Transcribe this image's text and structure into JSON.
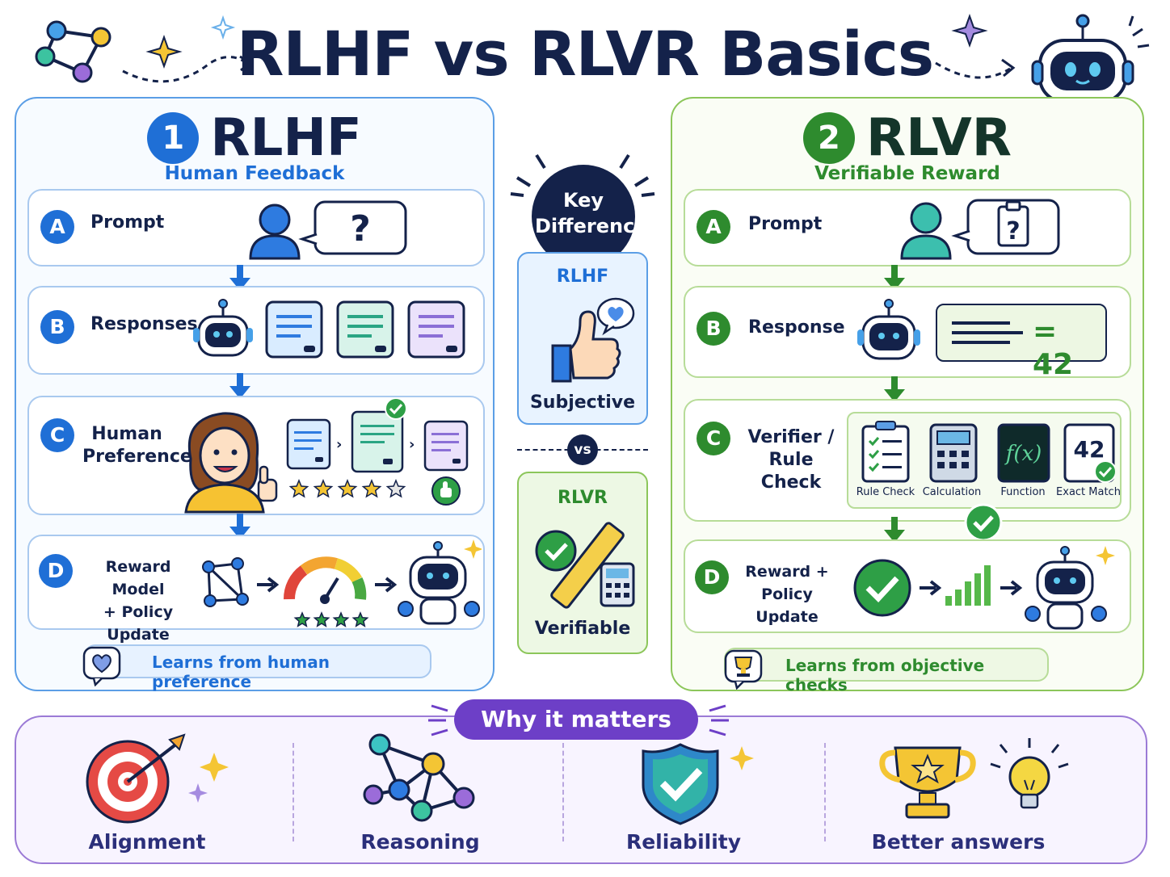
{
  "title": "RLHF vs RLVR Basics",
  "colors": {
    "rlhf": "#1f6fd6",
    "rlvr": "#2e8b2e",
    "why": "#6d3fc7",
    "navy": "#14224a"
  },
  "rlhf": {
    "number": "1",
    "name": "RLHF",
    "subtitle": "Human Feedback",
    "steps": [
      {
        "letter": "A",
        "label": "Prompt"
      },
      {
        "letter": "B",
        "label": "Responses"
      },
      {
        "letter": "C",
        "label_line1": "Human",
        "label_line2": "Preference"
      },
      {
        "letter": "D",
        "label_line1": "Reward Model",
        "label_line2": "+ Policy Update"
      }
    ],
    "prompt_symbol": "?",
    "rating_stars": 4,
    "rating_max": 5,
    "gauge_stars": 4,
    "footer": "Learns from human preference"
  },
  "center": {
    "heading_line1": "Key",
    "heading_line2": "Difference",
    "top_name": "RLHF",
    "top_caption": "Subjective",
    "vs": "vs",
    "bottom_name": "RLVR",
    "bottom_caption": "Verifiable"
  },
  "rlvr": {
    "number": "2",
    "name": "RLVR",
    "subtitle": "Verifiable Reward",
    "steps": [
      {
        "letter": "A",
        "label": "Prompt"
      },
      {
        "letter": "B",
        "label": "Response"
      },
      {
        "letter": "C",
        "label_line1": "Verifier /",
        "label_line2": "Rule Check"
      },
      {
        "letter": "D",
        "label_line1": "Reward +",
        "label_line2": "Policy Update"
      }
    ],
    "prompt_symbol": "?",
    "response_value": "= 42",
    "verifiers": [
      {
        "label": "Rule Check",
        "icon": "checklist-icon"
      },
      {
        "label": "Calculation",
        "icon": "calculator-icon"
      },
      {
        "label": "Function",
        "icon": "function-icon",
        "symbol": "f(x)"
      },
      {
        "label": "Exact Match",
        "icon": "exact-match-icon",
        "symbol": "42"
      }
    ],
    "footer": "Learns from objective checks"
  },
  "why": {
    "title": "Why it matters",
    "items": [
      {
        "label": "Alignment",
        "icon": "target-icon"
      },
      {
        "label": "Reasoning",
        "icon": "network-icon"
      },
      {
        "label": "Reliability",
        "icon": "shield-check-icon"
      },
      {
        "label": "Better answers",
        "icon": "trophy-icon"
      }
    ]
  }
}
